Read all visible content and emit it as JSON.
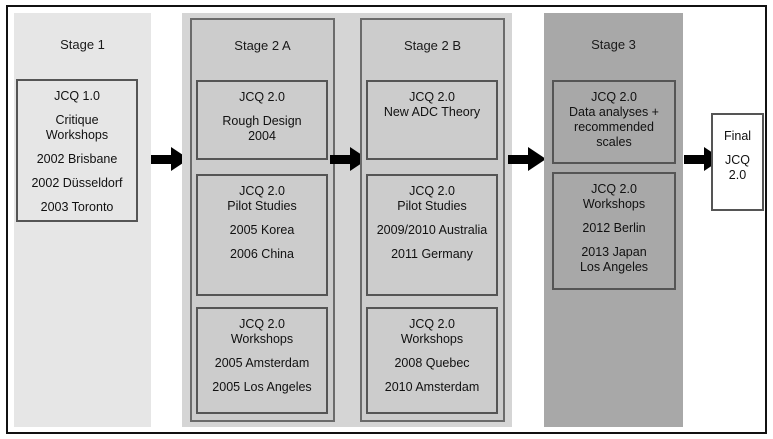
{
  "diagram": {
    "title": "JCQ development stages flowchart",
    "colors": {
      "stage1_band": "#e6e6e6",
      "stage2_band": "#d5d5d5",
      "stage2_col": "#cccccc",
      "stage3_band": "#a8a8a8",
      "card_border": "#555555",
      "arrow": "#000000",
      "text": "#111111"
    }
  },
  "stages": [
    {
      "id": "stage-1",
      "title": "Stage 1",
      "cards": [
        {
          "id": "stage1-card-1",
          "lines": [
            "JCQ 1.0",
            "Critique",
            "Workshops",
            "",
            "2002 Brisbane",
            "",
            "2002 Düsseldorf",
            "",
            "2003 Toronto"
          ]
        }
      ]
    },
    {
      "id": "stage-2a",
      "title": "Stage 2 A",
      "cards": [
        {
          "id": "stage2a-card-1",
          "lines": [
            "JCQ 2.0",
            "",
            "Rough Design",
            "2004"
          ]
        },
        {
          "id": "stage2a-card-2",
          "lines": [
            "JCQ 2.0",
            "Pilot Studies",
            "",
            "2005 Korea",
            "",
            "2006 China"
          ]
        },
        {
          "id": "stage2a-card-3",
          "lines": [
            "JCQ 2.0",
            "Workshops",
            "",
            "2005 Amsterdam",
            "",
            "2005 Los Angeles"
          ]
        }
      ]
    },
    {
      "id": "stage-2b",
      "title": "Stage 2 B",
      "cards": [
        {
          "id": "stage2b-card-1",
          "lines": [
            "JCQ 2.0",
            "New ADC Theory"
          ]
        },
        {
          "id": "stage2b-card-2",
          "lines": [
            "JCQ 2.0",
            "Pilot Studies",
            "",
            "2009/2010 Australia",
            "",
            "2011 Germany"
          ]
        },
        {
          "id": "stage2b-card-3",
          "lines": [
            "JCQ 2.0",
            "Workshops",
            "",
            "2008 Quebec",
            "",
            "2010 Amsterdam"
          ]
        }
      ]
    },
    {
      "id": "stage-3",
      "title": "Stage 3",
      "cards": [
        {
          "id": "stage3-card-1",
          "lines": [
            "JCQ 2.0",
            "Data analyses +",
            "recommended",
            "scales"
          ]
        },
        {
          "id": "stage3-card-2",
          "lines": [
            "JCQ 2.0",
            "Workshops",
            "",
            "2012 Berlin",
            "",
            "2013 Japan",
            "Los Angeles"
          ]
        }
      ]
    }
  ],
  "final": {
    "id": "final-card",
    "lines": [
      "Final",
      "",
      "JCQ",
      "2.0"
    ]
  },
  "arrows": [
    {
      "id": "arrow-1",
      "from": "stage-1",
      "to": "stage-2a"
    },
    {
      "id": "arrow-2",
      "from": "stage-2a",
      "to": "stage-2b"
    },
    {
      "id": "arrow-3",
      "from": "stage-2b",
      "to": "stage-3"
    },
    {
      "id": "arrow-4",
      "from": "stage-3",
      "to": "final"
    }
  ]
}
